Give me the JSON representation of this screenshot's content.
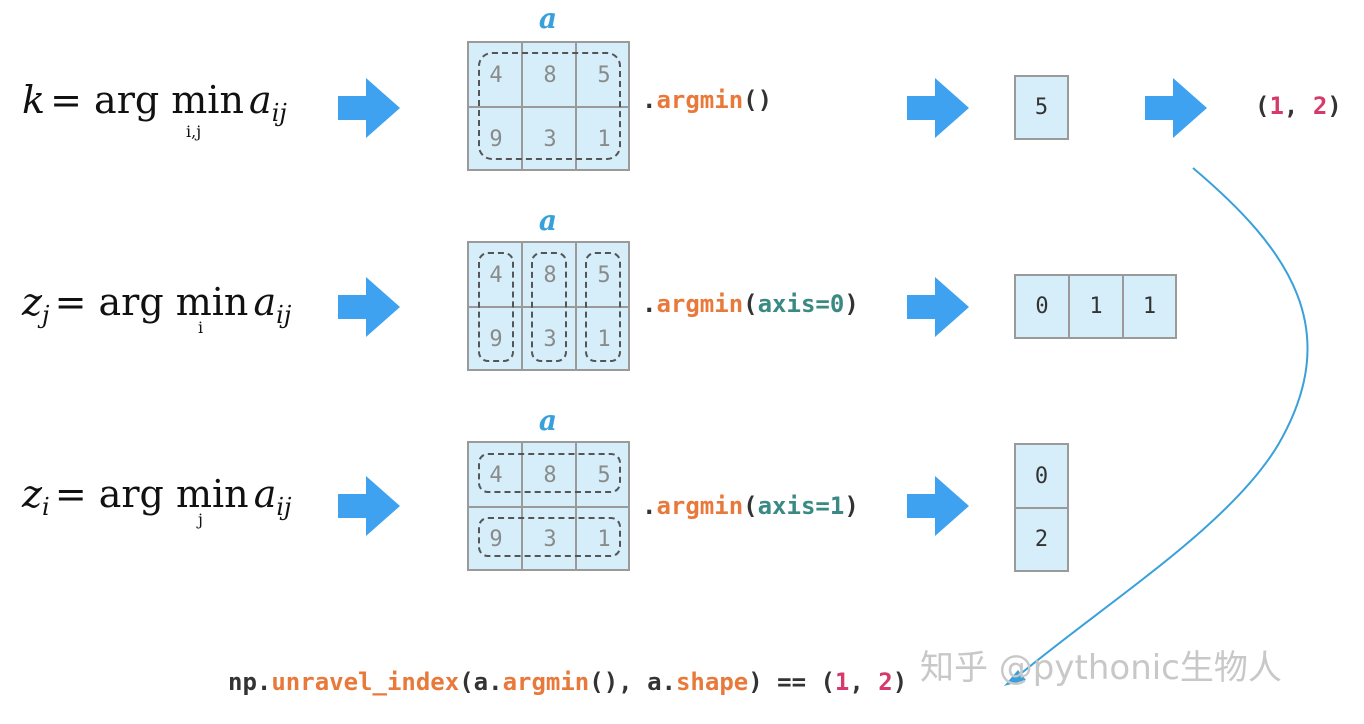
{
  "matrix_label": "a",
  "matrix": [
    [
      "4",
      "8",
      "5"
    ],
    [
      "9",
      "3",
      "1"
    ]
  ],
  "rows": [
    {
      "formula_lhs": "k",
      "formula_op": "= arg min",
      "formula_sub": "i,j",
      "formula_a": "a",
      "formula_a_sub": "ij",
      "method": "argmin",
      "args": "",
      "output": [
        "5"
      ],
      "final_open": "(",
      "final_v1": "1",
      "final_sep": ", ",
      "final_v2": "2",
      "final_close": ")"
    },
    {
      "formula_lhs": "z",
      "formula_lhs_sub": "j",
      "formula_op": "= arg min",
      "formula_sub": "i",
      "formula_a": "a",
      "formula_a_sub": "ij",
      "method": "argmin",
      "args": "axis=0",
      "output": [
        "0",
        "1",
        "1"
      ]
    },
    {
      "formula_lhs": "z",
      "formula_lhs_sub": "i",
      "formula_op": "= arg min",
      "formula_sub": "j",
      "formula_a": "a",
      "formula_a_sub": "ij",
      "method": "argmin",
      "args": "axis=1",
      "output": [
        "0",
        "2"
      ]
    }
  ],
  "bottom_code": {
    "p1": "np.",
    "fn": "unravel_index",
    "p2": "(a.",
    "m1": "argmin",
    "p3": "(), a.",
    "m2": "shape",
    "p4": ") == (",
    "v1": "1",
    "p5": ", ",
    "v2": "2",
    "p6": ")"
  },
  "code_prefix": ".",
  "paren_open": "(",
  "paren_close": ")",
  "watermark": "知乎 @pythonic生物人",
  "colors": {
    "arrow": "#3ea2f0",
    "cell_fill": "#d6eefa",
    "method": "#e8793a",
    "arg": "#3a8a83",
    "number": "#d63a6a",
    "label_a": "#3aa0db"
  }
}
